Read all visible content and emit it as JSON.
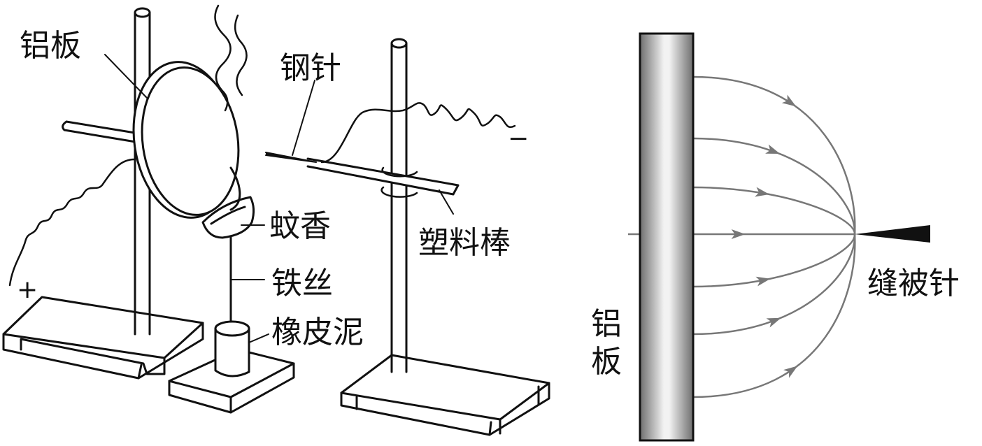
{
  "left_panel": {
    "labels": {
      "aluminum_plate": "铝板",
      "steel_needle": "钢针",
      "mosquito_coil": "蚊香",
      "plastic_rod": "塑料棒",
      "iron_wire": "铁丝",
      "putty": "橡皮泥"
    },
    "plus_sign": "+",
    "minus_sign": "−"
  },
  "right_panel": {
    "plate_label_top": "铝",
    "plate_label_bottom": "板",
    "needle_label": "缝被针",
    "field_line_count": 7
  },
  "colors": {
    "line": "#111111",
    "field_line": "#777777",
    "plate_dark": "#6e6e6e",
    "plate_light": "#f2f2f2"
  }
}
